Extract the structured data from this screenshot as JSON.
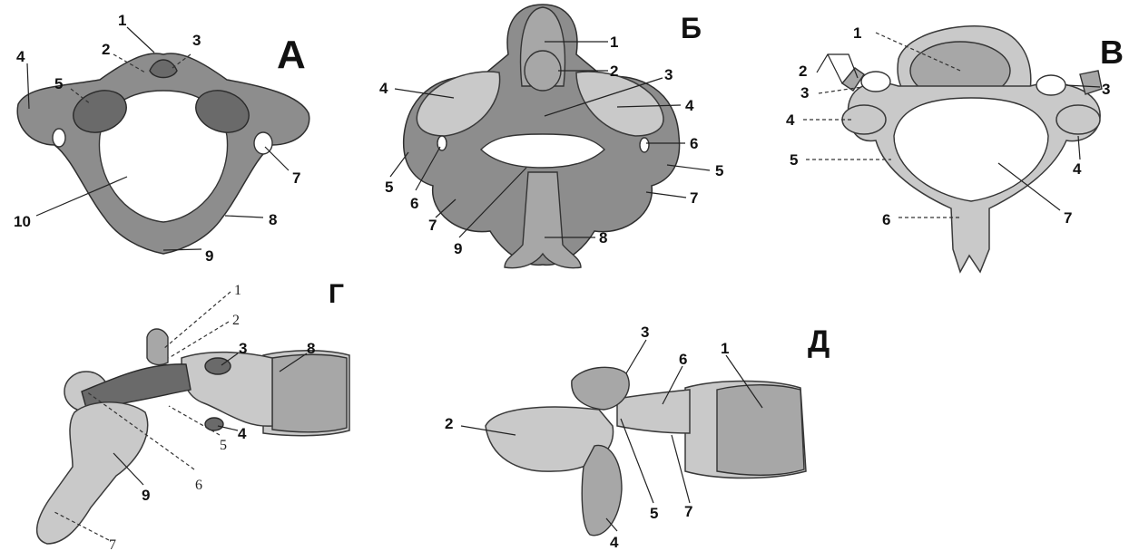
{
  "panels": {
    "A": {
      "letter": "А",
      "labels": [
        "1",
        "2",
        "3",
        "4",
        "5",
        "7",
        "8",
        "9",
        "10"
      ]
    },
    "B": {
      "letter": "Б",
      "labels": [
        "1",
        "2",
        "3",
        "4",
        "4",
        "5",
        "6",
        "5",
        "6",
        "7",
        "7",
        "8",
        "9"
      ]
    },
    "V": {
      "letter": "В",
      "labels": [
        "1",
        "2",
        "3",
        "3",
        "4",
        "4",
        "5",
        "6",
        "7"
      ]
    },
    "G": {
      "letter": "Г",
      "labels": [
        "1",
        "2",
        "3",
        "8",
        "4",
        "5",
        "6",
        "9",
        "7"
      ]
    },
    "D": {
      "letter": "Д",
      "labels": [
        "3",
        "6",
        "1",
        "2",
        "5",
        "7",
        "4"
      ]
    }
  }
}
